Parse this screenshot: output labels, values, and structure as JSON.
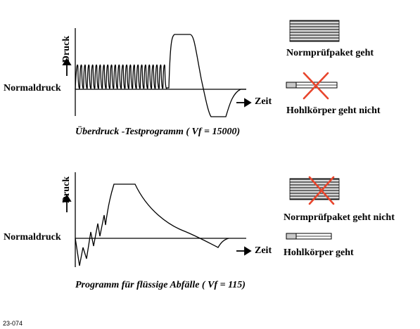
{
  "panel1": {
    "y_label": "Druck",
    "normal_label": "Normaldruck",
    "x_label": "Zeit",
    "caption": "Überdruck -Testprogramm ( Vf = 15000)",
    "legend_pack": "Normprüfpaket geht",
    "legend_hollow": "Hohlkörper geht nicht"
  },
  "panel2": {
    "y_label": "Druck",
    "normal_label": "Normaldruck",
    "x_label": "Zeit",
    "caption": "Programm für flüssige Abfälle ( Vf = 115)",
    "legend_pack": "Normprüfpaket geht nicht",
    "legend_hollow": "Hohlkörper geht"
  },
  "figure_id": "23-074",
  "colors": {
    "line": "#000000",
    "cross": "#e8452c",
    "pack_fill": "#d8d8d8"
  }
}
